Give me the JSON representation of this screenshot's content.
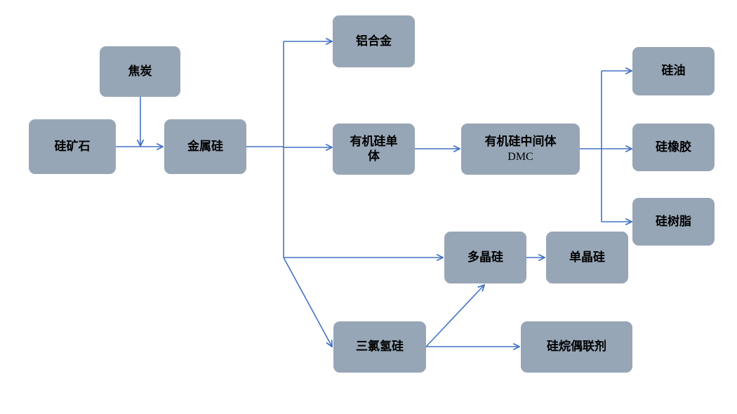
{
  "colors": {
    "node_fill": "#97a6b6",
    "arrow": "#4472c4",
    "text": "#000000",
    "background": "#ffffff"
  },
  "nodes": {
    "guikuangshi": "硅矿石",
    "jiaotan": "焦炭",
    "jinshugui": "金属硅",
    "lvhejin": "铝合金",
    "youjigui_danti_line1": "有机硅单",
    "youjigui_danti_line2": "体",
    "youjigui_zhongjianti_line1": "有机硅中间体",
    "youjigui_zhongjianti_line2": "DMC",
    "guiyou": "硅油",
    "guixiangjiao": "硅橡胶",
    "guishuzhi": "硅树脂",
    "duojinggui": "多晶硅",
    "danjinggui": "单晶硅",
    "sanlvqinggui": "三氯氢硅",
    "guiwan_ouLianji": "硅烷偶联剂"
  }
}
